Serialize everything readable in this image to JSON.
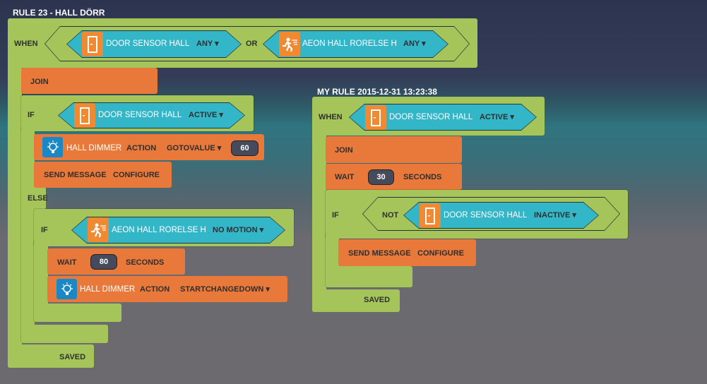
{
  "rule1": {
    "title": "RULE 23 - HALL DÖRR",
    "when": "WHEN",
    "or": "OR",
    "trigger1": {
      "icon": "door-icon",
      "device": "DOOR SENSOR HALL",
      "state": "ANY ▾"
    },
    "trigger2": {
      "icon": "motion-icon",
      "device": "AEON HALL RORELSE H",
      "state": "ANY ▾"
    },
    "join": "JOIN",
    "if": "IF",
    "if_cond": {
      "icon": "door-icon",
      "device": "DOOR SENSOR HALL",
      "state": "ACTIVE ▾"
    },
    "action1": {
      "icon": "bulb-icon",
      "device": "HALL DIMMER",
      "label": "ACTION",
      "action": "GOTOVALUE ▾",
      "value": "60"
    },
    "send": {
      "label": "SEND MESSAGE",
      "value": "CONFIGURE"
    },
    "else": "ELSE",
    "if2": "IF",
    "if2_cond": {
      "icon": "motion-icon",
      "device": "AEON HALL RORELSE H",
      "state": "NO MOTION ▾"
    },
    "wait": {
      "label": "WAIT",
      "value": "80",
      "unit": "SECONDS"
    },
    "action2": {
      "icon": "bulb-icon",
      "device": "HALL DIMMER",
      "label": "ACTION",
      "action": "STARTCHANGEDOWN ▾"
    },
    "status": "SAVED"
  },
  "rule2": {
    "title": "MY RULE 2015-12-31 13:23:38",
    "when": "WHEN",
    "trigger": {
      "icon": "door-icon",
      "device": "DOOR SENSOR HALL",
      "state": "ACTIVE ▾"
    },
    "join": "JOIN",
    "wait": {
      "label": "WAIT",
      "value": "30",
      "unit": "SECONDS"
    },
    "if": "IF",
    "not": "NOT",
    "if_cond": {
      "icon": "door-icon",
      "device": "DOOR SENSOR HALL",
      "state": "INACTIVE ▾"
    },
    "send": {
      "label": "SEND MESSAGE",
      "value": "CONFIGURE"
    },
    "status": "SAVED"
  }
}
